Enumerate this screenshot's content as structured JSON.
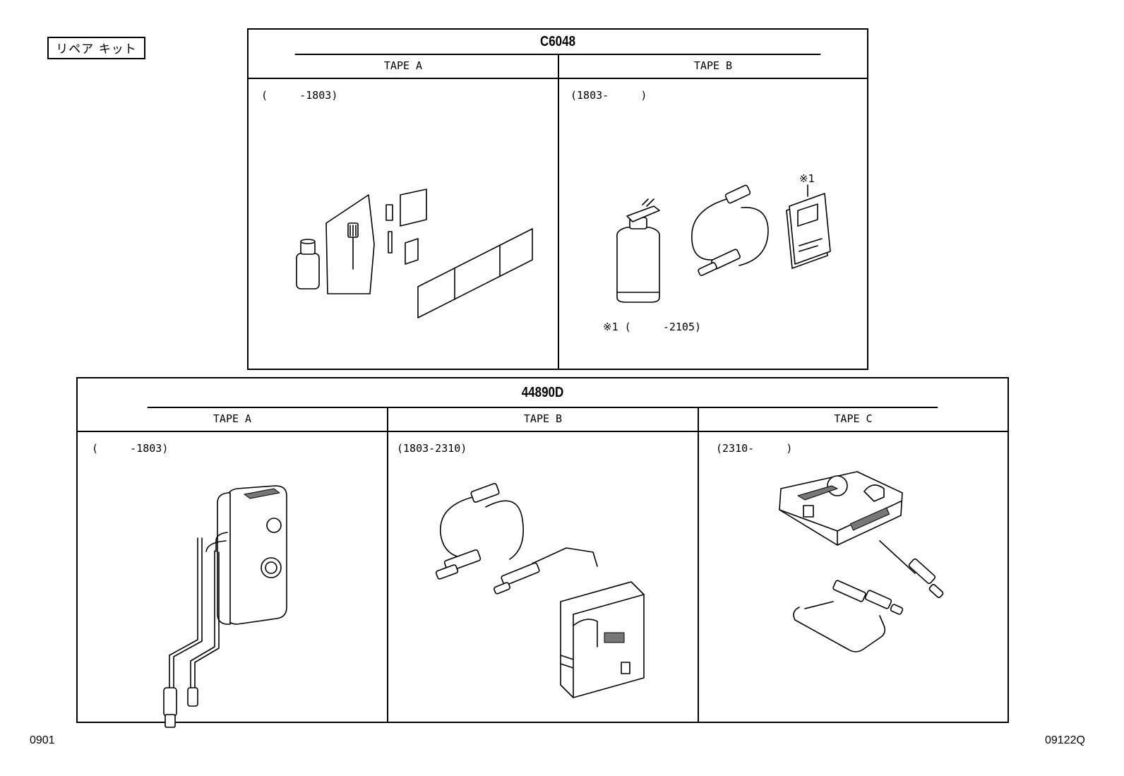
{
  "page_label": "リペア キット",
  "footer_left": "0901",
  "footer_right": "09122Q",
  "table1": {
    "title": "C6048",
    "columns": [
      {
        "header": "TAPE A",
        "range": "(     -1803)"
      },
      {
        "header": "TAPE B",
        "range": "(1803-     )",
        "note_marker": "※1",
        "note": "※1 (     -2105)"
      }
    ]
  },
  "table2": {
    "title": "44890D",
    "columns": [
      {
        "header": "TAPE A",
        "range": "(     -1803)"
      },
      {
        "header": "TAPE B",
        "range": "(1803-2310)"
      },
      {
        "header": "TAPE C",
        "range": "(2310-     )"
      }
    ]
  }
}
